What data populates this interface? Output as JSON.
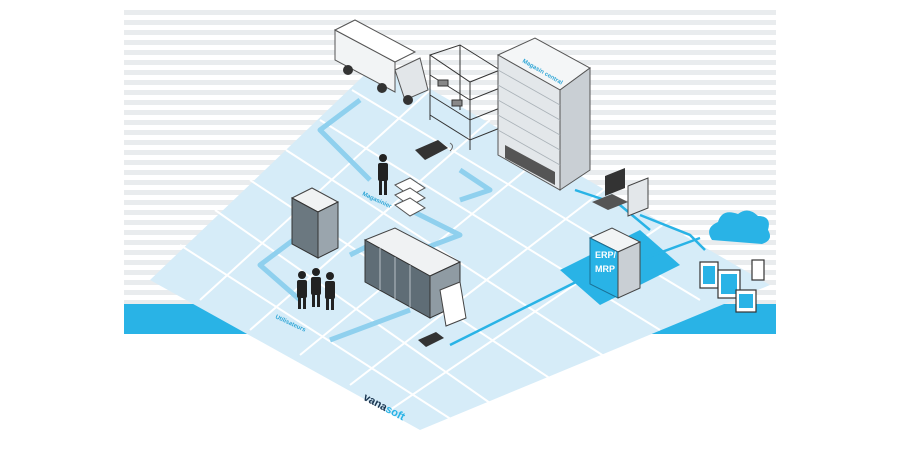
{
  "labels": {
    "central_warehouse": "Magasin central",
    "erp": "ERP/",
    "mrp": "MRP",
    "worker_label": "Magasinier",
    "users_label": "Utilisateurs",
    "brand_prefix": "vana",
    "brand_suffix": "soft"
  },
  "colors": {
    "accent_blue": "#29b3e6",
    "floor_light": "#d6ecf8",
    "floor_grid": "#ffffff",
    "flow_blue": "#8fd0ee",
    "stripe_grey": "#e9ecee",
    "brand_dark": "#1a3550"
  },
  "icons": [
    "truck-icon",
    "shelving-icon",
    "storage-tower-icon",
    "handheld-scanner-icon",
    "worker-icon",
    "cart-icon",
    "vending-machine-icon",
    "locker-cabinet-icon",
    "users-group-icon",
    "computer-icon",
    "server-icon",
    "cloud-icon",
    "devices-icon"
  ]
}
